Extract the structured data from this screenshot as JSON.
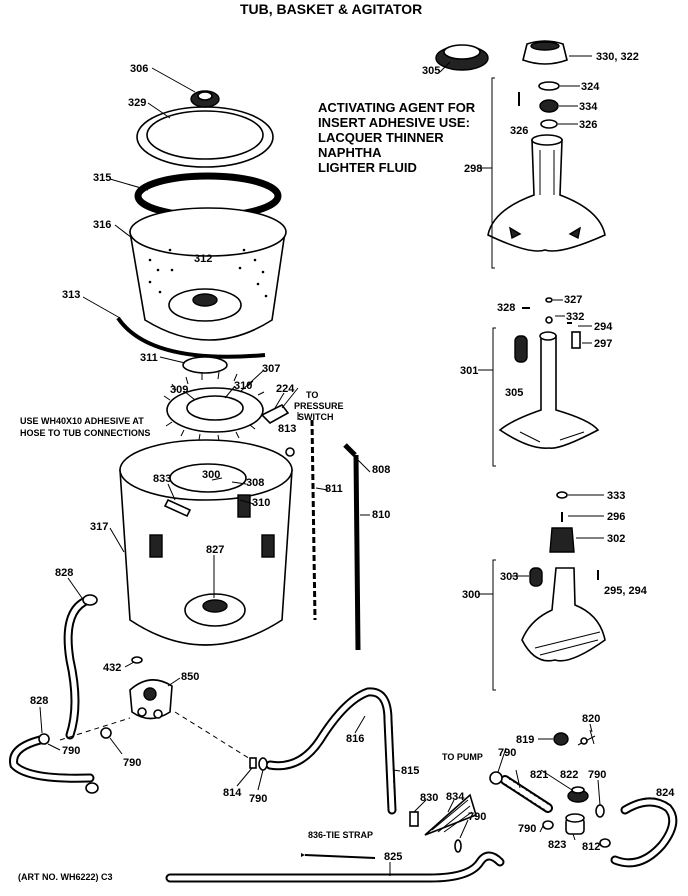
{
  "title": "TUB, BASKET & AGITATOR",
  "note": {
    "lines": [
      "ACTIVATING AGENT FOR",
      "INSERT ADHESIVE USE:",
      "LACQUER THINNER",
      "NAPHTHA",
      "LIGHTER FLUID"
    ]
  },
  "adhesive_note": [
    "USE WH40X10 ADHESIVE AT",
    "HOSE TO TUB CONNECTIONS"
  ],
  "pressure_note": [
    "TO",
    "PRESSURE",
    "SWITCH"
  ],
  "to_pump": "TO PUMP",
  "tie_strap": "836-TIE STRAP",
  "art_no": "(ART NO. WH6222) C3",
  "labels": {
    "l306": "306",
    "l329": "329",
    "l315": "315",
    "l316": "316",
    "l312": "312",
    "l313": "313",
    "l311": "311",
    "l309": "309",
    "l310a": "310",
    "l307": "307",
    "l224": "224",
    "l813": "813",
    "l833": "833",
    "l300a": "300",
    "l308": "308",
    "l310b": "310",
    "l317": "317",
    "l827": "827",
    "l811": "811",
    "l808": "808",
    "l810": "810",
    "l828a": "828",
    "l432": "432",
    "l850": "850",
    "l828b": "828",
    "l790a": "790",
    "l790b": "790",
    "l816": "816",
    "l814": "814",
    "l790c": "790",
    "l815": "815",
    "l830": "830",
    "l834": "834",
    "l790d": "790",
    "l825": "825",
    "l305": "305",
    "l330": "330, 322",
    "l324": "324",
    "l334": "334",
    "l326a": "326",
    "l326b": "326",
    "l298": "298",
    "l328": "328",
    "l327": "327",
    "l332": "332",
    "l294": "294",
    "l297": "297",
    "l301": "301",
    "l305b": "305",
    "l333": "333",
    "l296": "296",
    "l302": "302",
    "l303": "303",
    "l295": "295, 294",
    "l300b": "300",
    "l819": "819",
    "l820": "820",
    "l790e": "790",
    "l821": "821",
    "l822": "822",
    "l790f": "790",
    "l790g": "790",
    "l823": "823",
    "l812": "812",
    "l824": "824"
  }
}
